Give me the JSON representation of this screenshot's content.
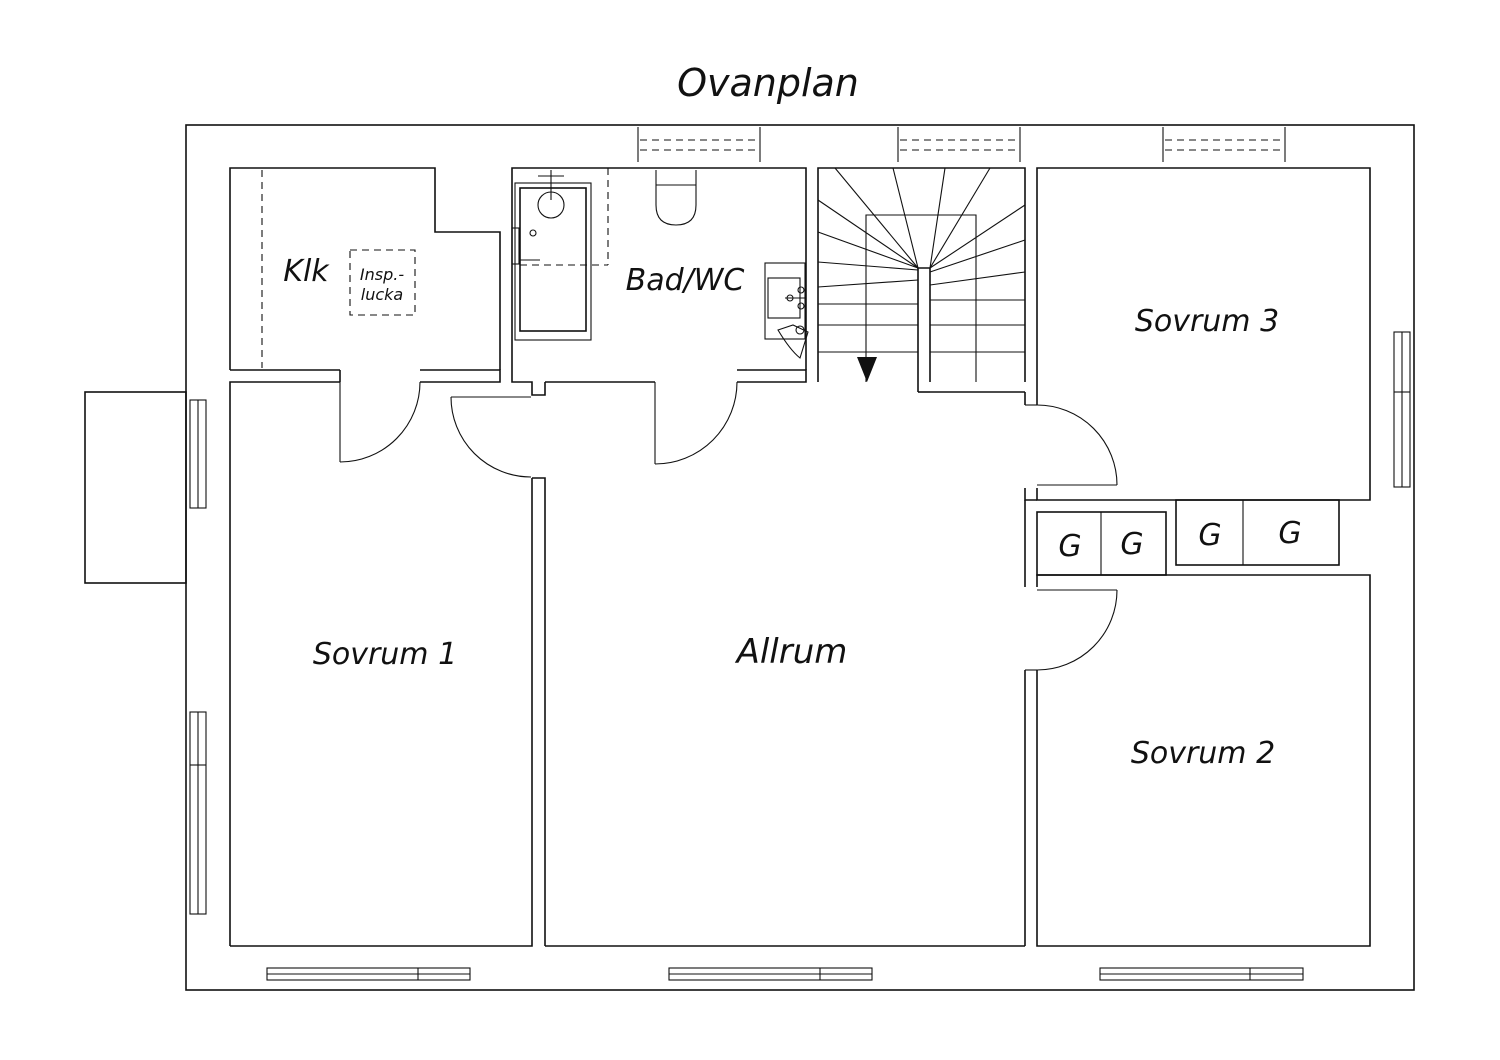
{
  "plan": {
    "title": "Ovanplan",
    "rooms": {
      "klk": "Klk",
      "insp_line1": "Insp.-",
      "insp_line2": "lucka",
      "bad_wc": "Bad/WC",
      "sovrum_1": "Sovrum 1",
      "sovrum_2": "Sovrum 2",
      "sovrum_3": "Sovrum 3",
      "allrum": "Allrum",
      "closet_1": "G",
      "closet_2": "G",
      "closet_3": "G",
      "closet_4": "G"
    }
  }
}
